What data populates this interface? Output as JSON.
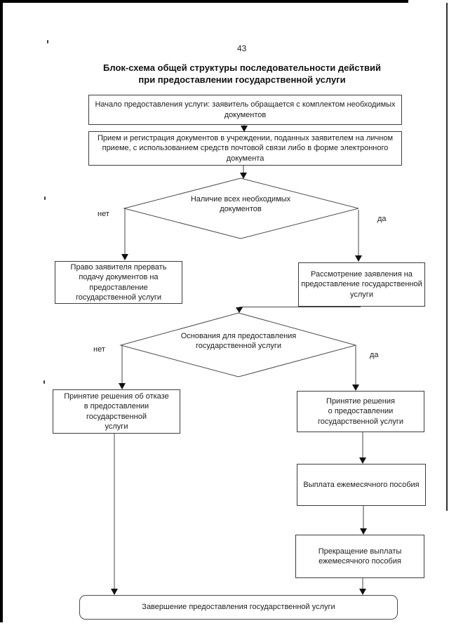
{
  "page": {
    "number": "43",
    "title": "Блок-схема общей структуры последовательности действий\nпри предоставлении государственной услуги"
  },
  "flowchart": {
    "nodes": {
      "start": "Начало предоставления услуги: заявитель обращается с комплектом необходимых\nдокументов",
      "reception": "Прием и регистрация документов в учреждении, поданных заявителем на личном\nприеме, с использованием средств почтовой связи либо в форме электронного\nдокумента",
      "decision_documents": "Наличие всех необходимых\nдокументов",
      "interrupt_submission": "Право заявителя прервать\nподачу документов на\nпредоставление\nгосударственной услуги",
      "review_application": "Рассмотрение заявления на\nпредоставление государственной\nуслуги",
      "decision_grounds": "Основания для предоставления\nгосударственной услуги",
      "refusal_decision": "Принятие решения об отказе\nв предоставлении\nгосударственной\nуслуги",
      "grant_decision": "Принятие решения\nо предоставлении\nгосударственной услуги",
      "monthly_payment": "Выплата ежемесячного пособия",
      "payment_termination": "Прекращение выплаты\nежемесячного пособия",
      "finish": "Завершение предоставления государственной услуги"
    },
    "branch_labels": {
      "no": "нет",
      "yes": "да"
    }
  },
  "colors": {
    "line": "#454545",
    "border": "#3c3c3c",
    "text": "#1c1c1c"
  }
}
